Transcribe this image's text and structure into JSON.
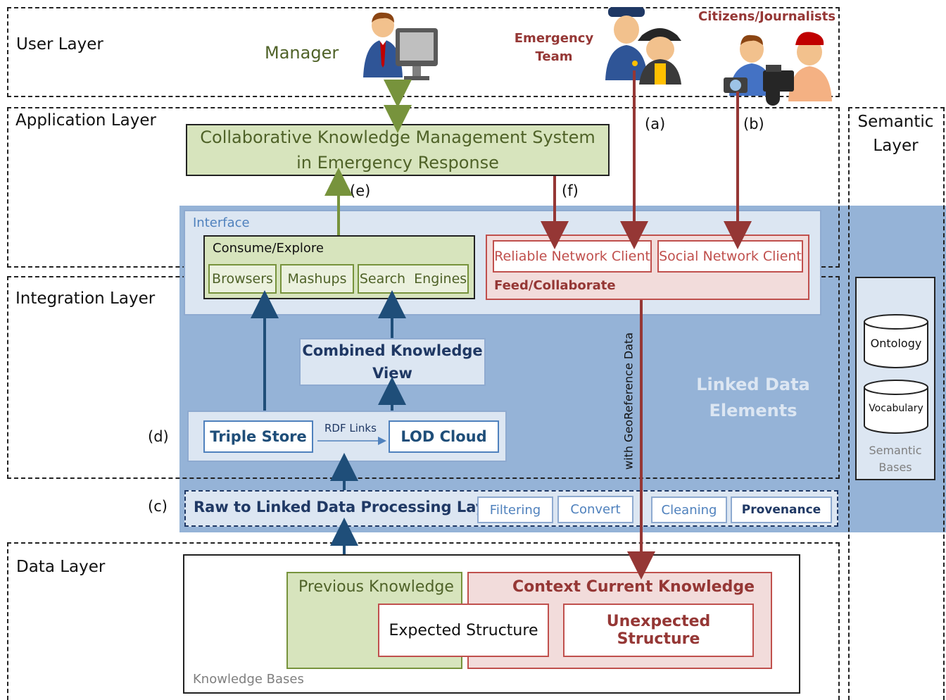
{
  "layers": {
    "user": "User Layer",
    "application": "Application Layer",
    "integration": "Integration Layer",
    "data": "Data Layer",
    "semantic": "Semantic Layer"
  },
  "actors": {
    "manager": "Manager",
    "emergency_team": "Emergency Team",
    "citizens": "Citizens/Journalists"
  },
  "ckms": {
    "line1": "Collaborative Knowledge Management System",
    "line2": "in Emergency Response"
  },
  "edge_labels": {
    "a": "(a)",
    "b": "(b)",
    "c": "(c)",
    "d": "(d)",
    "e": "(e)",
    "f": "(f)",
    "georef": "with GeoReference Data",
    "rdf_links": "RDF Links"
  },
  "interface": {
    "title": "Interface",
    "consume_title": "Consume/Explore",
    "consume_items": [
      "Browsers",
      "Mashups",
      "Search  Engines"
    ],
    "feed_title": "Feed/Collaborate",
    "feed_items": [
      "Reliable Network Client",
      "Social Network Client"
    ]
  },
  "integration": {
    "combined_line1": "Combined Knowledge",
    "combined_line2": "View",
    "triple_store": "Triple Store",
    "lod_cloud": "LOD Cloud",
    "linked_line1": "Linked Data",
    "linked_line2": "Elements"
  },
  "processing": {
    "title": "Raw to Linked Data Processing Layer",
    "steps": [
      "Filtering",
      "Convert",
      "Cleaning",
      "Provenance"
    ]
  },
  "semantic": {
    "ontology": "Ontology",
    "vocabulary": "Vocabulary",
    "bases_line1": "Semantic",
    "bases_line2": "Bases"
  },
  "data": {
    "previous": "Previous Knowledge",
    "context": "Context Current Knowledge",
    "expected": "Expected Structure",
    "unexpected": "Unexpected Structure",
    "bases": "Knowledge Bases"
  },
  "colors": {
    "green_arrow": "#77933c",
    "red_arrow": "#953735",
    "blue_arrow": "#1f4e79",
    "band": "#95b3d7"
  }
}
